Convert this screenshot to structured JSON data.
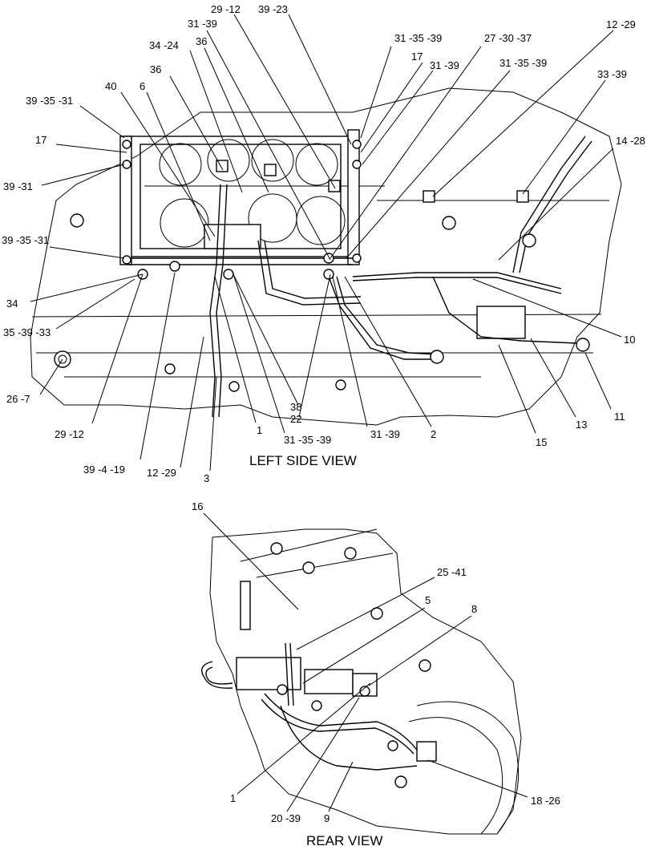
{
  "views": {
    "left": "LEFT SIDE VIEW",
    "rear": "REAR VIEW"
  },
  "callouts": {
    "left": [
      "29 -12",
      "39 -23",
      "31 -39",
      "31 -35 -39",
      "17",
      "31 -39",
      "27 -30 -37",
      "12 -29",
      "34 -24",
      "36",
      "36",
      "31 -35 -39",
      "33 -39",
      "40",
      "6",
      "39 -35 -31",
      "17",
      "14 -28",
      "39 -31",
      "39 -35 -31",
      "34",
      "35 -39 -33",
      "10",
      "26 -7",
      "38",
      "22",
      "29 -12",
      "1",
      "31 -35 -39",
      "31 -39",
      "2",
      "15",
      "13",
      "11",
      "39 -4 -19",
      "12 -29",
      "3"
    ],
    "rear": [
      "16",
      "25 -41",
      "5",
      "8",
      "1",
      "20 -39",
      "9",
      "18 -26"
    ]
  }
}
